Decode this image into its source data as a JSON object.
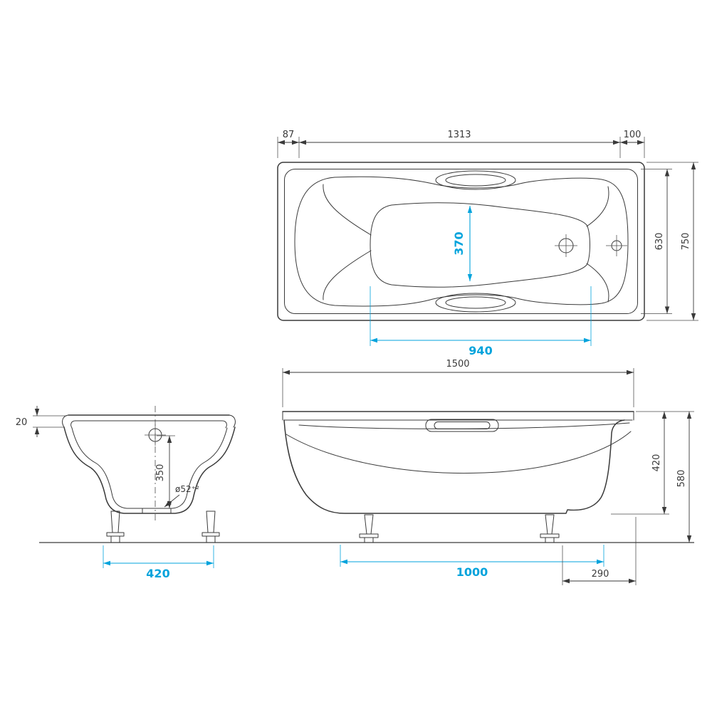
{
  "colors": {
    "line": "#3a3a3a",
    "accent": "#00a3dc"
  },
  "top_view": {
    "dim_left_offset": "87",
    "dim_center_span": "1313",
    "dim_right_offset": "100",
    "dim_inner_height": "630",
    "dim_overall_width": "750",
    "dim_inner_width": "370",
    "dim_inner_length": "940"
  },
  "overall": {
    "dim_length": "1500"
  },
  "section_view": {
    "dim_rim": "20",
    "dim_depth": "350",
    "drain_label": "ø52⁺²",
    "dim_base_width": "420"
  },
  "side_view": {
    "dim_body_height": "420",
    "dim_total_height": "580",
    "dim_leg_span": "1000",
    "dim_end_offset": "290"
  }
}
